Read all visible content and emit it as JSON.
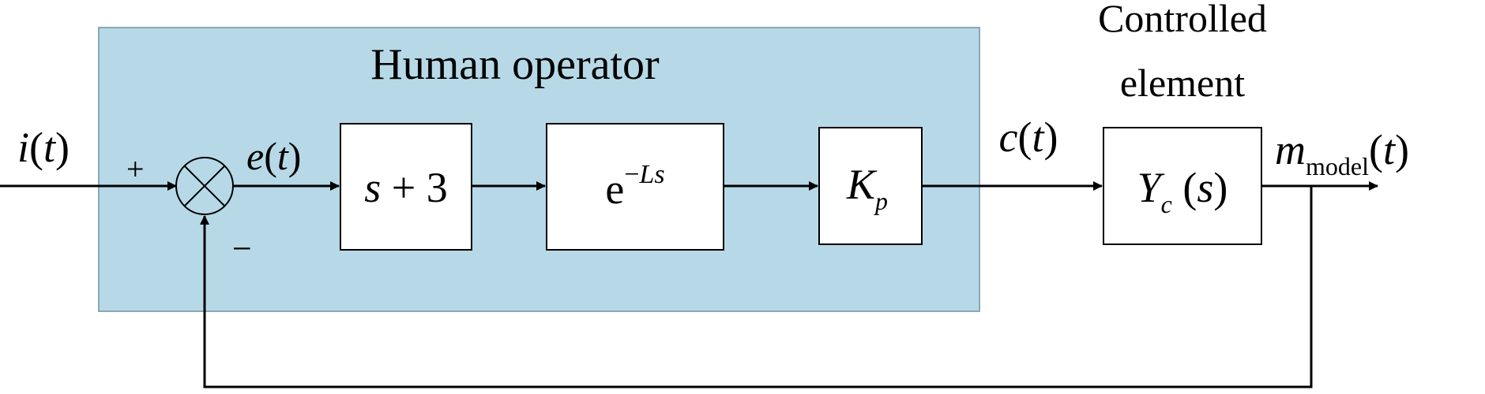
{
  "colors": {
    "panel_fill": "#b7d9e7",
    "panel_stroke": "#8aa7b2",
    "line": "#000000",
    "block_fill": "#ffffff"
  },
  "labels": {
    "human_operator": "Human operator",
    "controlled_line1": "Controlled",
    "controlled_line2": "element",
    "plus_sign": "+",
    "minus_sign": "−"
  },
  "signals": {
    "input": {
      "symbol": "i",
      "arg": "t"
    },
    "error": {
      "symbol": "e",
      "arg": "t"
    },
    "control": {
      "symbol": "c",
      "arg": "t"
    },
    "output": {
      "symbol": "m",
      "subscript": "model",
      "arg": "t"
    }
  },
  "blocks": {
    "lead": {
      "var": "s",
      "op": " + ",
      "num": "3"
    },
    "delay": {
      "base": "e",
      "exponent_sign": "−",
      "exponent_var": "Ls"
    },
    "gain": {
      "symbol": "K",
      "subscript": "p"
    },
    "plant": {
      "symbol": "Y",
      "subscript": "c",
      "arg": "s"
    }
  }
}
